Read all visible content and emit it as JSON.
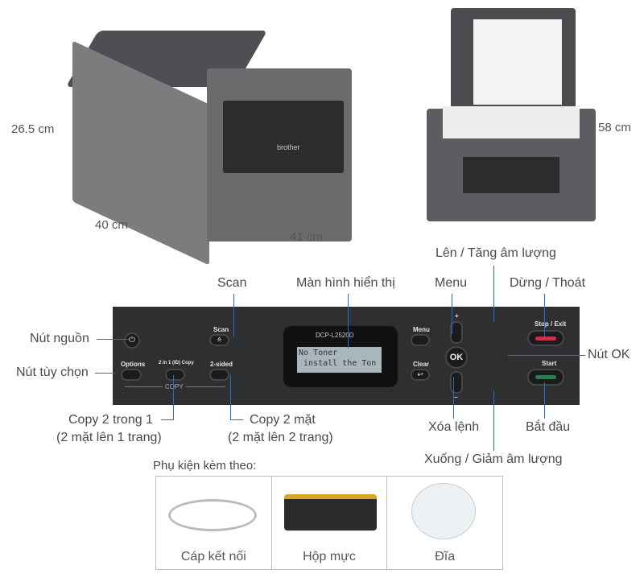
{
  "dimensions": {
    "height": "26.5 cm",
    "depth": "40 cm",
    "width": "41 cm",
    "open_height": "58 cm"
  },
  "printer": {
    "brand": "brother",
    "model": "DCP-L2520D"
  },
  "labels": {
    "volume_up": "Lên / Tăng âm lượng",
    "scan": "Scan",
    "display": "Màn hình hiển thị",
    "menu": "Menu",
    "stop": "Dừng / Thoát",
    "power": "Nút nguồn",
    "ok": "Nút OK",
    "options": "Nút tùy chọn",
    "copy2in1": "Copy 2 trong 1",
    "copy2in1_sub": "(2 mặt lên 1 trang)",
    "copy2sided": "Copy 2 mặt",
    "copy2sided_sub": "(2 mặt lên 2 trang)",
    "clear": "Xóa lệnh",
    "start": "Bắt đầu",
    "volume_down": "Xuống / Giảm âm lượng"
  },
  "panel": {
    "scan": "Scan",
    "options": "Options",
    "id_copy": "2 in 1 (ID) Copy",
    "two_sided": "2-sided",
    "copy": "COPY",
    "model": "DCP-L2520D",
    "lcd_line1": "No Toner",
    "lcd_line2": " install the Ton",
    "menu": "Menu",
    "clear": "Clear",
    "ok": "OK",
    "stop": "Stop / Exit",
    "start": "Start",
    "plus": "+",
    "minus": "−"
  },
  "accessories": {
    "title": "Phụ kiện kèm theo:",
    "items": [
      {
        "label": "Cáp kết nối"
      },
      {
        "label": "Hộp mực"
      },
      {
        "label": "Đĩa"
      }
    ]
  },
  "colors": {
    "accent": "#1f6fd1",
    "stop": "#c8324a",
    "start": "#2f7d4e"
  }
}
